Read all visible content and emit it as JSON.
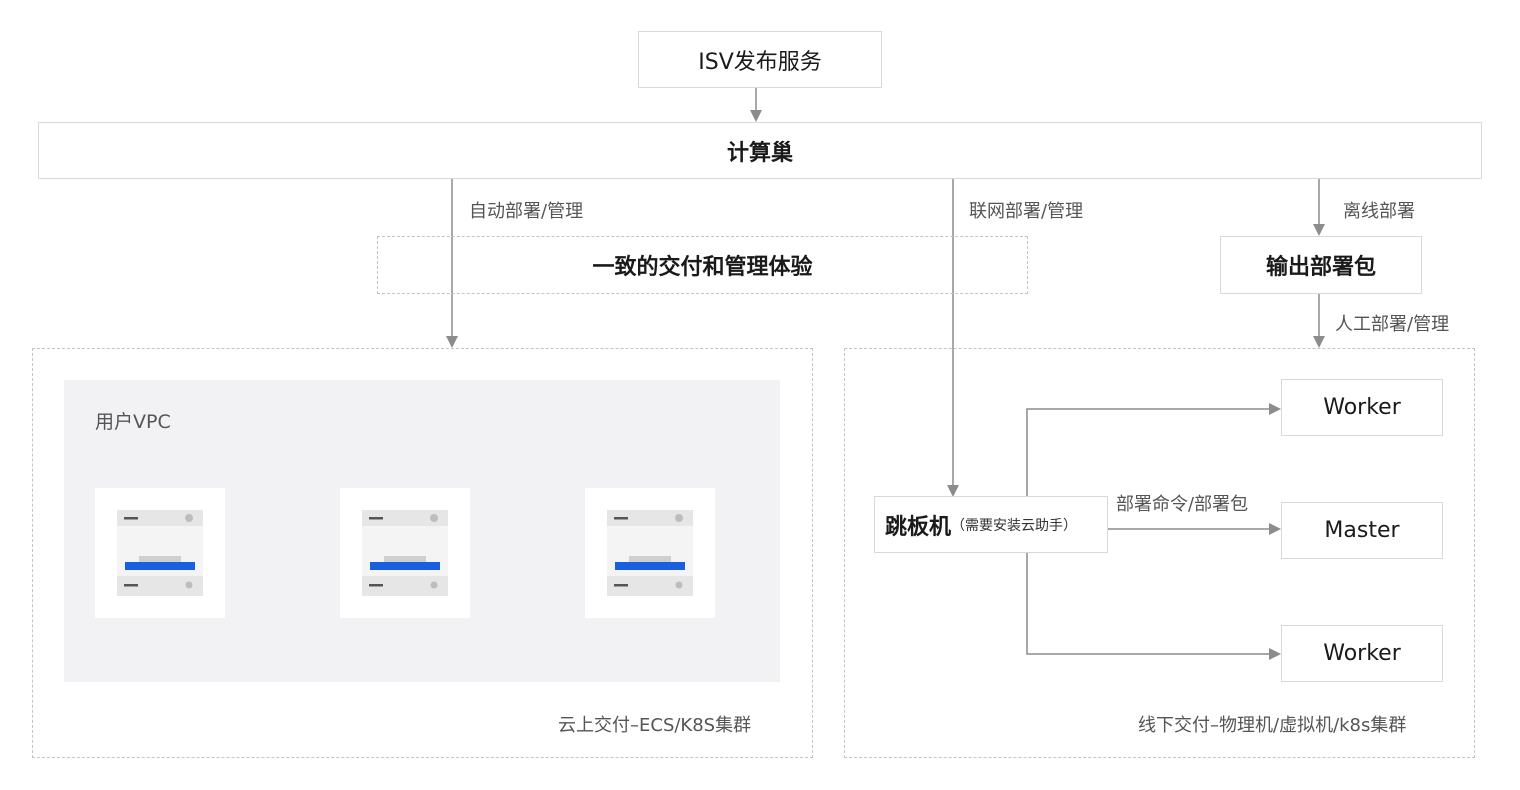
{
  "top": {
    "isv_label": "ISV发布服务",
    "compute_nest_label": "计算巢"
  },
  "edges": {
    "auto_deploy": "自动部署/管理",
    "network_deploy": "联网部署/管理",
    "offline_deploy": "离线部署",
    "manual_deploy": "人工部署/管理",
    "command_package": "部署命令/部署包"
  },
  "middle": {
    "consistent_experience": "一致的交付和管理体验",
    "output_package": "输出部署包"
  },
  "cloud": {
    "vpc_label": "用户VPC",
    "caption": "云上交付–ECS/K8S集群",
    "servers": [
      {
        "icon": "server-icon"
      },
      {
        "icon": "server-icon"
      },
      {
        "icon": "server-icon"
      }
    ]
  },
  "offline": {
    "jump_host": "跳板机",
    "jump_host_note": "（需要安装云助手）",
    "nodes": [
      "Worker",
      "Master",
      "Worker"
    ],
    "caption": "线下交付–物理机/虚拟机/k8s集群"
  },
  "colors": {
    "arrow": "#8c8c8c",
    "accent_blue": "#1a5fe0",
    "border": "#d9d9d9"
  }
}
